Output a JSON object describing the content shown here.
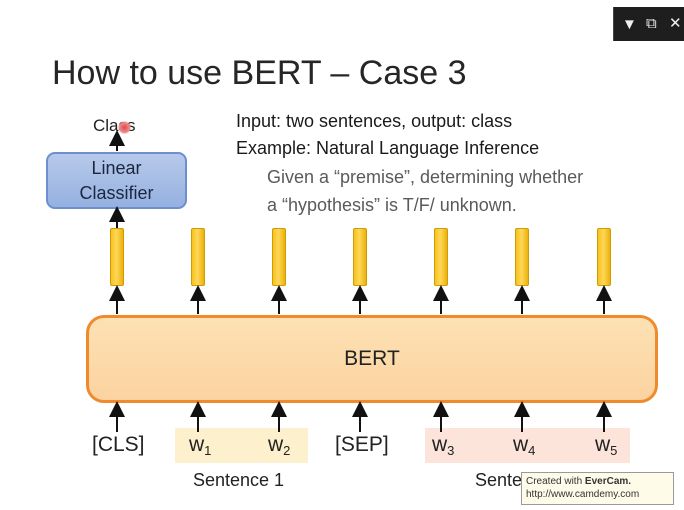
{
  "slide": {
    "title": "How to use BERT – Case 3",
    "input_line": "Input: two sentences, output: class",
    "example_line": "Example: Natural Language Inference",
    "detail_line1": "Given a “premise”, determining whether",
    "detail_line2": "a “hypothesis” is T/F/ unknown.",
    "class_label": "Class",
    "linear_line1": "Linear",
    "linear_line2": "Classifier",
    "bert_label": "BERT",
    "sentence1_label": "Sentence 1",
    "sentence2_label": "Sente",
    "tokens": [
      {
        "text": "[CLS]",
        "sub": ""
      },
      {
        "text": "w",
        "sub": "1"
      },
      {
        "text": "w",
        "sub": "2"
      },
      {
        "text": "[SEP]",
        "sub": ""
      },
      {
        "text": "w",
        "sub": "3"
      },
      {
        "text": "w",
        "sub": "4"
      },
      {
        "text": "w",
        "sub": "5"
      }
    ]
  },
  "watermark": {
    "line1_prefix": "Created with ",
    "brand": "EverCam.",
    "line2": "http://www.camdemy.com"
  },
  "player": {
    "icons": [
      "dropdown-triangle-icon",
      "restore-window-icon",
      "close-icon"
    ],
    "icon_glyphs": [
      "▼",
      "⧉",
      "✕"
    ]
  },
  "colors": {
    "bert_border": "#ef8b2c",
    "bert_fill": "#fcd9a9",
    "token_bar": "#f7c21a",
    "linear_fill": "#a9bfe6",
    "sentence1_highlight": "#fdf0cc",
    "sentence2_highlight": "#fce4da"
  }
}
